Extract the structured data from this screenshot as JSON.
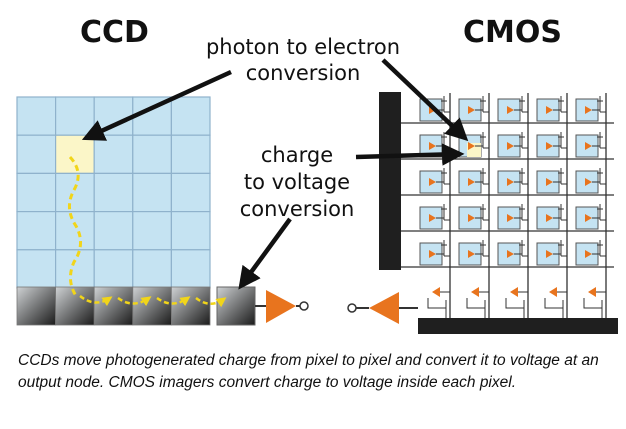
{
  "colors": {
    "pixel_fill": "#c5e3f2",
    "pixel_grid": "#8fb2cc",
    "highlight": "#fbf6c8",
    "charge_path": "#f1d51a",
    "amplifier": "#e8741e",
    "bus": "#1f1f1f",
    "wiring": "#333333",
    "arrow": "#111111"
  },
  "labels": {
    "ccd_title": "CCD",
    "cmos_title": "CMOS",
    "photon_line1": "photon to electron",
    "photon_line2": "conversion",
    "charge_line1": "charge",
    "charge_line2": "to voltage",
    "charge_line3": "conversion"
  },
  "ccd": {
    "rows": 5,
    "cols": 5,
    "highlight_cell": [
      1,
      1
    ]
  },
  "cmos": {
    "rows": 5,
    "cols": 5,
    "highlight_cell": [
      1,
      1
    ]
  },
  "icons": [
    "amplifier-triangle-icon",
    "output-node-circle-icon",
    "pixel-amplifier-icon"
  ],
  "caption": "CCDs move photogenerated charge from pixel to pixel and convert it to voltage at an output node. CMOS imagers convert charge to voltage inside each pixel."
}
